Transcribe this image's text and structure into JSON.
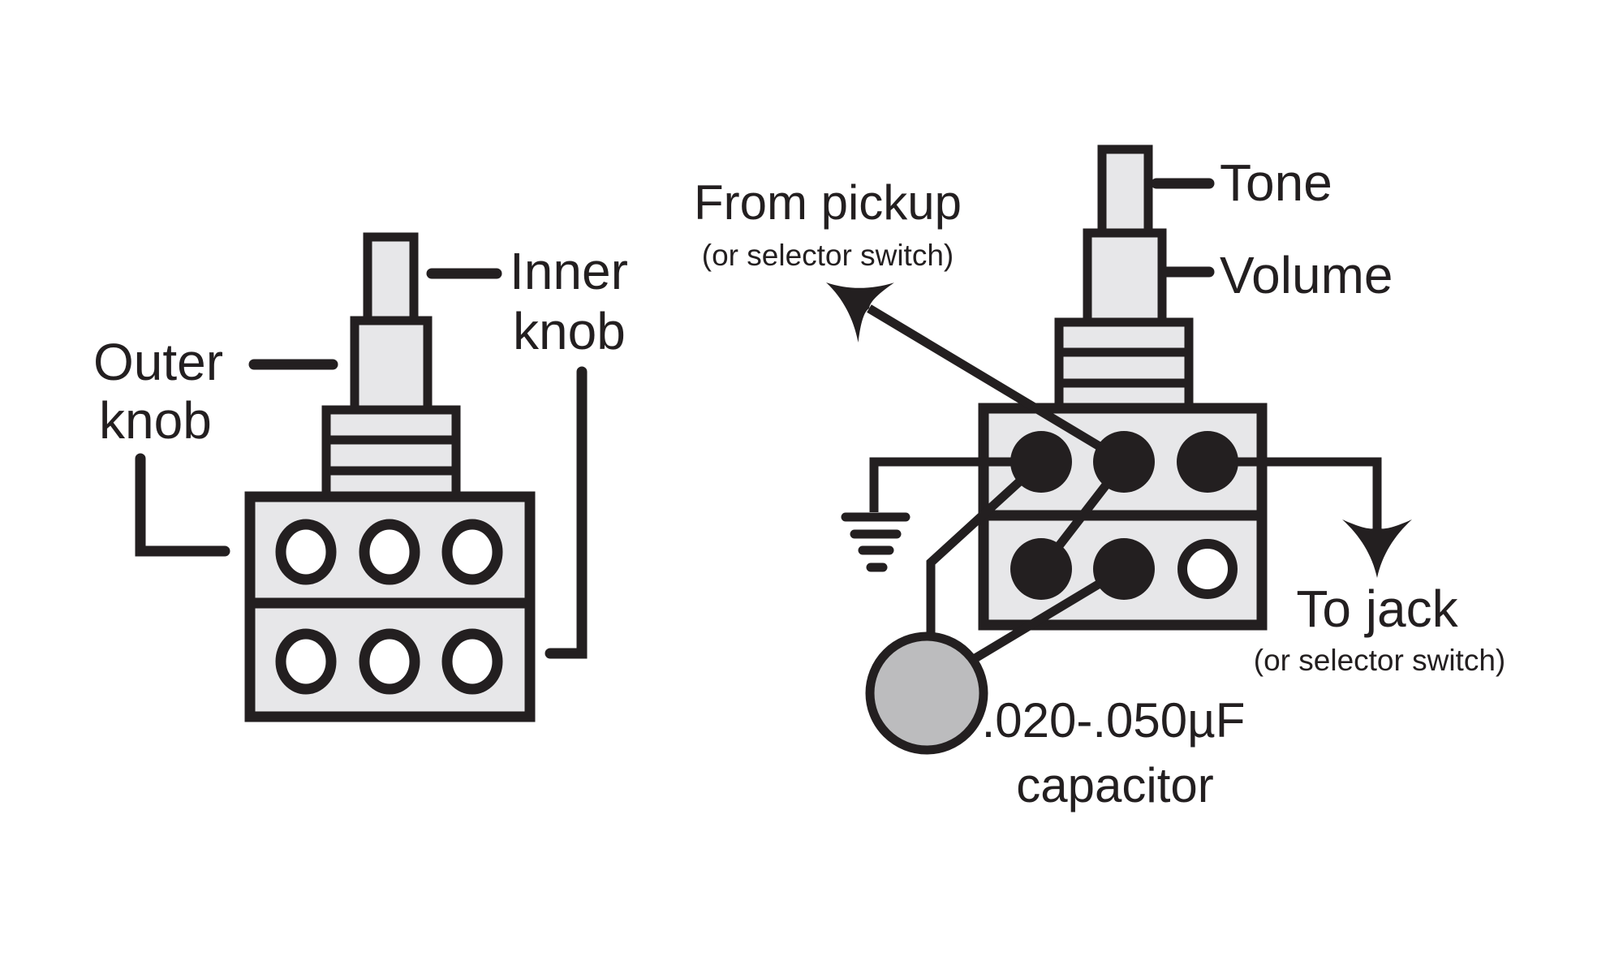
{
  "diagram_title": "",
  "colors": {
    "ink": "#231f20",
    "pot_fill": "#e7e7e9",
    "hole_fill": "#ffffff",
    "capacitor_fill": "#bcbcbe",
    "background": "#ffffff"
  },
  "icons": {
    "ground_icon": "ground-symbol (4 shrinking bars)",
    "down_arrow_icon": "curved swallowtail arrowhead pointing down",
    "pickup_arrow_icon": "curved swallowtail arrowhead pointing up-left"
  },
  "left_diagram": {
    "name": "concentric stacked potentiometer - front view",
    "labels": {
      "outer_knob_line1": "Outer",
      "outer_knob_line2": "knob",
      "inner_knob_line1": "Inner",
      "inner_knob_line2": "knob"
    },
    "features": {
      "top_holes": 3,
      "bottom_holes": 3
    }
  },
  "right_diagram": {
    "name": "concentric stacked potentiometer - wiring view",
    "labels": {
      "from_pickup": "From pickup",
      "from_pickup_sub": "(or selector switch)",
      "tone": "Tone",
      "volume": "Volume",
      "to_jack": "To jack",
      "to_jack_sub": "(or selector switch)",
      "capacitor_value": ".020-.050µF",
      "capacitor_word": "capacitor"
    },
    "features": {
      "top_lugs_filled": 3,
      "bottom_lugs_filled": 2,
      "bottom_holes_open": 1,
      "connections": [
        "top-left lug to ground",
        "top-middle lug from pickup (or selector switch)",
        "top-right lug to jack (or selector switch)",
        "top-left lug to capacitor",
        "top-middle lug to bottom-left lug",
        "bottom-middle lug to capacitor"
      ]
    }
  }
}
